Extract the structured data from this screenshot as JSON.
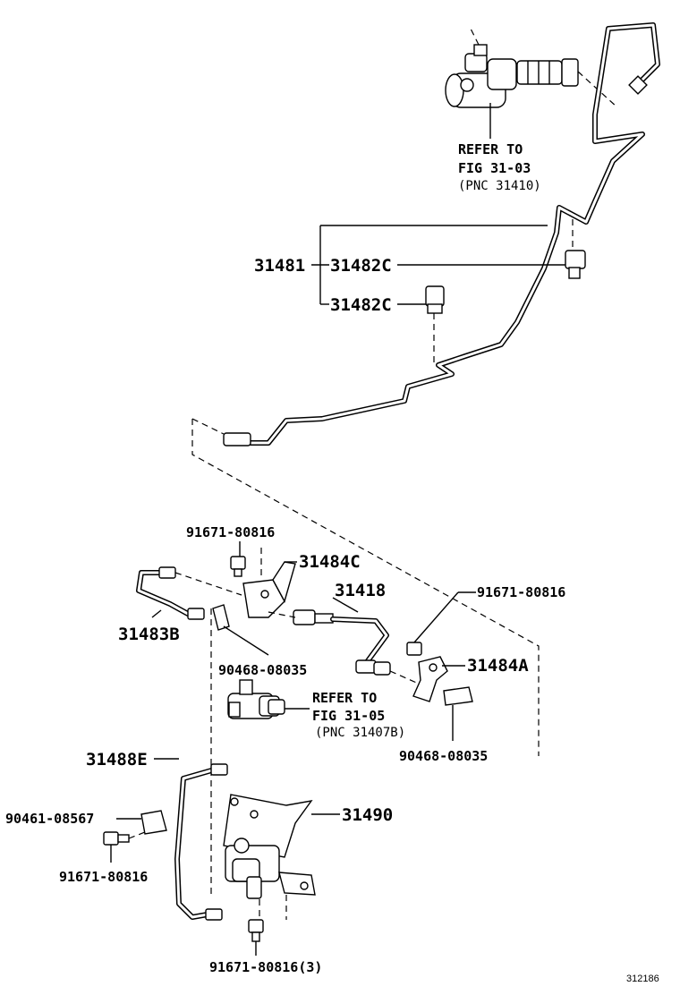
{
  "diagram": {
    "figure_id": "312186",
    "references": [
      {
        "line1": "REFER TO",
        "line2": "FIG 31-03",
        "line3": "(PNC 31410)"
      },
      {
        "line1": "REFER TO",
        "line2": "FIG 31-05",
        "line3": "(PNC 31407B)"
      }
    ],
    "parts": {
      "p31481": "31481",
      "p31482c_a": "31482C",
      "p31482c_b": "31482C",
      "p91671_top": "91671-80816",
      "p31484c": "31484C",
      "p31418": "31418",
      "p91671_right": "91671-80816",
      "p31483b": "31483B",
      "p31484a": "31484A",
      "p90468_left": "90468-08035",
      "p90468_right": "90468-08035",
      "p31488e": "31488E",
      "p31490": "31490",
      "p90461": "90461-08567",
      "p91671_left": "91671-80816",
      "p91671_bottom": "91671-80816(3)"
    }
  }
}
